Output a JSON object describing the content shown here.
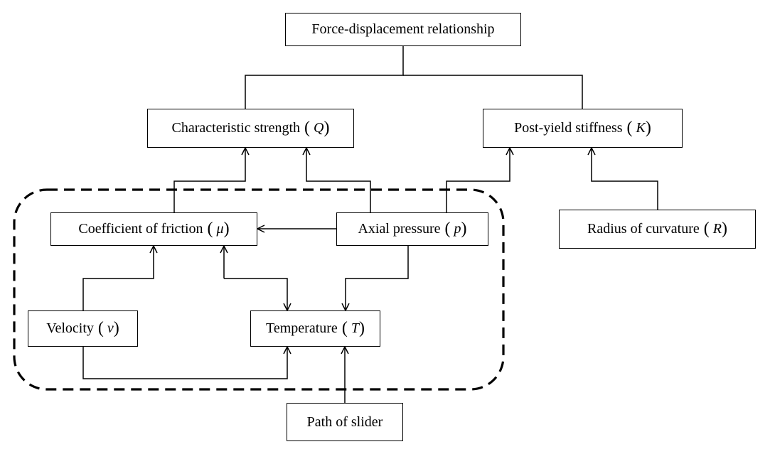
{
  "nodes": {
    "force_displacement": {
      "label": "Force-displacement relationship",
      "symbol": ""
    },
    "characteristic_strength": {
      "label": "Characteristic strength",
      "symbol": "Q"
    },
    "post_yield_stiffness": {
      "label": "Post-yield stiffness",
      "symbol": "K"
    },
    "coefficient_of_friction": {
      "label": "Coefficient of friction",
      "symbol": "μ"
    },
    "axial_pressure": {
      "label": "Axial pressure",
      "symbol": "p"
    },
    "radius_of_curvature": {
      "label": "Radius of curvature",
      "symbol": "R"
    },
    "velocity": {
      "label": "Velocity",
      "symbol": "v"
    },
    "temperature": {
      "label": "Temperature",
      "symbol": "T"
    },
    "path_of_slider": {
      "label": "Path of slider",
      "symbol": ""
    }
  },
  "edges": [
    {
      "from": "characteristic_strength",
      "to": "force_displacement",
      "style": "line"
    },
    {
      "from": "post_yield_stiffness",
      "to": "force_displacement",
      "style": "line"
    },
    {
      "from": "coefficient_of_friction",
      "to": "characteristic_strength",
      "style": "arrow"
    },
    {
      "from": "axial_pressure",
      "to": "characteristic_strength",
      "style": "arrow"
    },
    {
      "from": "axial_pressure",
      "to": "post_yield_stiffness",
      "style": "arrow"
    },
    {
      "from": "radius_of_curvature",
      "to": "post_yield_stiffness",
      "style": "arrow"
    },
    {
      "from": "axial_pressure",
      "to": "coefficient_of_friction",
      "style": "arrow"
    },
    {
      "from": "velocity",
      "to": "coefficient_of_friction",
      "style": "arrow"
    },
    {
      "from": "coefficient_of_friction",
      "to": "temperature",
      "style": "double-arrow"
    },
    {
      "from": "axial_pressure",
      "to": "temperature",
      "style": "arrow"
    },
    {
      "from": "velocity",
      "to": "temperature",
      "style": "arrow"
    },
    {
      "from": "path_of_slider",
      "to": "temperature",
      "style": "arrow"
    }
  ],
  "group": {
    "style": "dashed-rounded",
    "members": [
      "coefficient_of_friction",
      "axial_pressure",
      "velocity",
      "temperature"
    ]
  },
  "colors": {
    "line": "#000000",
    "background": "#ffffff"
  }
}
